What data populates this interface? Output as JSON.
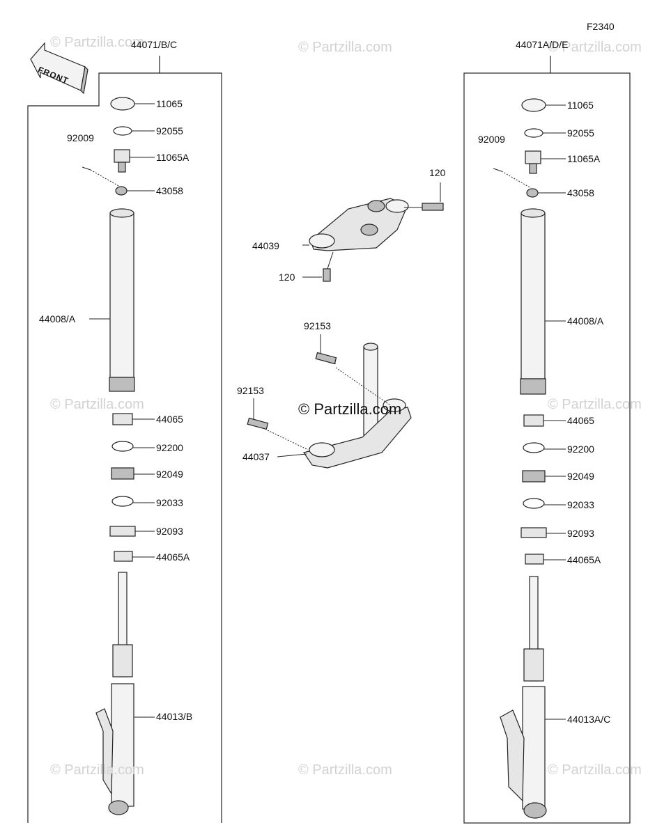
{
  "figure_code": "F2340",
  "front_label": "FRONT",
  "watermark": "© Partzilla.com",
  "left_assembly": {
    "label": "44071/B/C",
    "parts": {
      "cap": "11065",
      "oring": "92055",
      "bolt_small": "92009",
      "adjuster": "11065A",
      "nut": "43058",
      "tube": "44008/A",
      "bush1": "44065",
      "washer": "92200",
      "seal": "92049",
      "clip": "92033",
      "dust": "92093",
      "bush2": "44065A",
      "outer": "44013/B"
    }
  },
  "right_assembly": {
    "label": "44071A/D/E",
    "parts": {
      "cap": "11065",
      "oring": "92055",
      "bolt_small": "92009",
      "adjuster": "11065A",
      "nut": "43058",
      "tube": "44008/A",
      "bush1": "44065",
      "washer": "92200",
      "seal": "92049",
      "clip": "92033",
      "dust": "92093",
      "bush2": "44065A",
      "outer": "44013A/C"
    }
  },
  "center": {
    "upper_clamp": "44039",
    "bolt_top": "120",
    "bolt_bottom": "120",
    "lower_clamp": "44037",
    "bolt_a": "92153",
    "bolt_b": "92153"
  }
}
